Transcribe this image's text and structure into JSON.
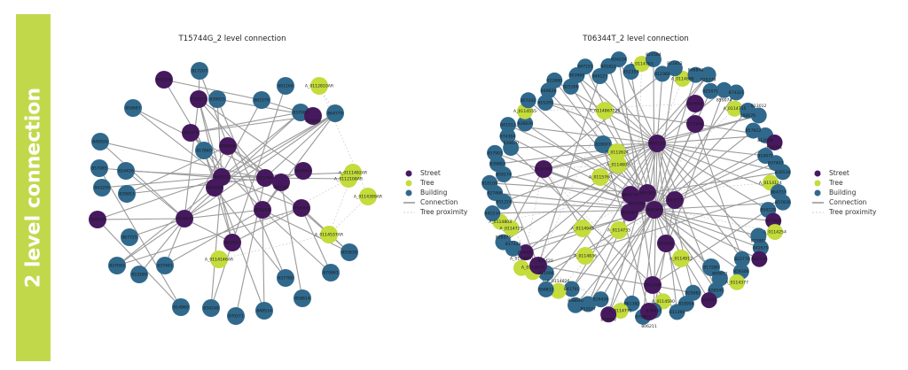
{
  "side_label": "2 level connection",
  "colors": {
    "street": "#46195f",
    "tree": "#c4dc3c",
    "building": "#30698c",
    "connection": "#9a9a9a",
    "proximity": "#cccccc",
    "banner": "#c2d84b"
  },
  "legend": {
    "street": "Street",
    "tree": "Tree",
    "building": "Building",
    "connection": "Connection",
    "proximity": "Tree proximity"
  },
  "graphs": [
    {
      "title": "T15744G_2 level connection",
      "nodes": [
        {
          "id": "817207",
          "t": "B"
        },
        {
          "id": "805106",
          "t": "S"
        },
        {
          "id": "T00373",
          "t": "S"
        },
        {
          "id": "839925",
          "t": "B"
        },
        {
          "id": "850687",
          "t": "B"
        },
        {
          "id": "861579",
          "t": "B"
        },
        {
          "id": "801166",
          "t": "B"
        },
        {
          "id": "A_0112810AR",
          "t": "T"
        },
        {
          "id": "837067",
          "t": "B"
        },
        {
          "id": "823260",
          "t": "S"
        },
        {
          "id": "864779",
          "t": "B"
        },
        {
          "id": "805375",
          "t": "S"
        },
        {
          "id": "848926",
          "t": "B"
        },
        {
          "id": "856096",
          "t": "S"
        },
        {
          "id": "817840",
          "t": "B"
        },
        {
          "id": "857085",
          "t": "B"
        },
        {
          "id": "824426",
          "t": "B"
        },
        {
          "id": "843209",
          "t": "B"
        },
        {
          "id": "839853",
          "t": "B"
        },
        {
          "id": "860512",
          "t": "S"
        },
        {
          "id": "802468",
          "t": "S"
        },
        {
          "id": "815744",
          "t": "S"
        },
        {
          "id": "860180",
          "t": "S"
        },
        {
          "id": "848960",
          "t": "S"
        },
        {
          "id": "A_0111482AR",
          "t": "T"
        },
        {
          "id": "A_0112108AR",
          "t": "T"
        },
        {
          "id": "A_0114399AR",
          "t": "T"
        },
        {
          "id": "780036",
          "t": "S"
        },
        {
          "id": "856609",
          "t": "S"
        },
        {
          "id": "826268",
          "t": "S"
        },
        {
          "id": "856966",
          "t": "S"
        },
        {
          "id": "867725",
          "t": "B"
        },
        {
          "id": "A_0114537AR",
          "t": "T"
        },
        {
          "id": "855639",
          "t": "B"
        },
        {
          "id": "860837",
          "t": "S"
        },
        {
          "id": "A_0114146AR",
          "t": "T"
        },
        {
          "id": "837093",
          "t": "B"
        },
        {
          "id": "837491",
          "t": "B"
        },
        {
          "id": "853289",
          "t": "B"
        },
        {
          "id": "870661",
          "t": "B"
        },
        {
          "id": "837780",
          "t": "B"
        },
        {
          "id": "858614",
          "t": "B"
        },
        {
          "id": "814860",
          "t": "B"
        },
        {
          "id": "834248",
          "t": "B"
        },
        {
          "id": "848514",
          "t": "B"
        },
        {
          "id": "870271",
          "t": "B"
        }
      ],
      "edges": [
        [
          1,
          5
        ],
        [
          1,
          19
        ],
        [
          0,
          2
        ],
        [
          0,
          13
        ],
        [
          2,
          19
        ],
        [
          2,
          21
        ],
        [
          2,
          34
        ],
        [
          2,
          28
        ],
        [
          2,
          23
        ],
        [
          3,
          19
        ],
        [
          3,
          29
        ],
        [
          3,
          9
        ],
        [
          4,
          22
        ],
        [
          4,
          19
        ],
        [
          5,
          20
        ],
        [
          5,
          9
        ],
        [
          6,
          34
        ],
        [
          8,
          11
        ],
        [
          8,
          19
        ],
        [
          8,
          28
        ],
        [
          10,
          19
        ],
        [
          10,
          21
        ],
        [
          10,
          29
        ],
        [
          10,
          28
        ],
        [
          10,
          20
        ],
        [
          11,
          9
        ],
        [
          11,
          14
        ],
        [
          11,
          29
        ],
        [
          12,
          22
        ],
        [
          12,
          28
        ],
        [
          13,
          22
        ],
        [
          13,
          21
        ],
        [
          13,
          28
        ],
        [
          13,
          40
        ],
        [
          14,
          34
        ],
        [
          14,
          44
        ],
        [
          15,
          22
        ],
        [
          15,
          42
        ],
        [
          16,
          21
        ],
        [
          16,
          28
        ],
        [
          17,
          19
        ],
        [
          18,
          13
        ],
        [
          18,
          21
        ],
        [
          19,
          24
        ],
        [
          19,
          30
        ],
        [
          19,
          43
        ],
        [
          20,
          36
        ],
        [
          20,
          40
        ],
        [
          21,
          25
        ],
        [
          21,
          45
        ],
        [
          21,
          33
        ],
        [
          22,
          41
        ],
        [
          22,
          29
        ],
        [
          23,
          28
        ],
        [
          27,
          28
        ],
        [
          27,
          42
        ],
        [
          27,
          19
        ],
        [
          28,
          31
        ],
        [
          28,
          37
        ],
        [
          28,
          38
        ],
        [
          28,
          36
        ],
        [
          28,
          29
        ],
        [
          28,
          34
        ],
        [
          29,
          33
        ],
        [
          29,
          39
        ],
        [
          29,
          44
        ],
        [
          29,
          37
        ],
        [
          30,
          33
        ],
        [
          30,
          39
        ],
        [
          30,
          34
        ],
        [
          36,
          30
        ],
        [
          34,
          43
        ]
      ],
      "proximity": [
        [
          7,
          26
        ],
        [
          26,
          32
        ],
        [
          32,
          35
        ],
        [
          25,
          34
        ],
        [
          24,
          32
        ],
        [
          7,
          10
        ]
      ]
    },
    {
      "title": "T06344T_2 level connection",
      "inner": [
        {
          "id": "806155",
          "t": "S"
        },
        {
          "id": "806548",
          "t": "S"
        },
        {
          "id": "860774",
          "t": "S"
        },
        {
          "id": "806389",
          "t": "S"
        },
        {
          "id": "803786",
          "t": "S"
        },
        {
          "id": "803777",
          "t": "S"
        },
        {
          "id": "816367",
          "t": "S"
        },
        {
          "id": "806349",
          "t": "S"
        },
        {
          "id": "805945",
          "t": "S"
        },
        {
          "id": "871268",
          "t": "S"
        },
        {
          "id": "864695",
          "t": "S"
        },
        {
          "id": "T17366",
          "t": "S"
        },
        {
          "id": "828007",
          "t": "B"
        },
        {
          "id": "A_0114867718",
          "t": "T"
        },
        {
          "id": "A_0112624",
          "t": "T"
        },
        {
          "id": "A_0114805",
          "t": "T"
        },
        {
          "id": "A_0115760",
          "t": "T"
        },
        {
          "id": "A_0114945",
          "t": "T"
        },
        {
          "id": "A_0114733",
          "t": "T"
        },
        {
          "id": "A_0114836",
          "t": "T"
        },
        {
          "id": "A_0114912",
          "t": "T"
        },
        {
          "id": "817280",
          "t": "B"
        },
        {
          "id": "806211",
          "t": "S"
        },
        {
          "id": "801420",
          "t": "S"
        }
      ],
      "ring": [
        {
          "id": "A_0114686",
          "t": "T"
        },
        {
          "id": "846848",
          "t": "B"
        },
        {
          "id": "825379",
          "t": "B"
        },
        {
          "id": "825071",
          "t": "B"
        },
        {
          "id": "859074",
          "t": "B"
        },
        {
          "id": "874321",
          "t": "B"
        },
        {
          "id": "A_0114715",
          "t": "T"
        },
        {
          "id": "802670",
          "t": "B"
        },
        {
          "id": "813012",
          "t": "B"
        },
        {
          "id": "857922",
          "t": "B"
        },
        {
          "id": "812004",
          "t": "B"
        },
        {
          "id": "819791",
          "t": "S"
        },
        {
          "id": "814971",
          "t": "B"
        },
        {
          "id": "837493",
          "t": "B"
        },
        {
          "id": "836534",
          "t": "B"
        },
        {
          "id": "A_0114124",
          "t": "T"
        },
        {
          "id": "864737",
          "t": "B"
        },
        {
          "id": "857836",
          "t": "B"
        },
        {
          "id": "854228",
          "t": "B"
        },
        {
          "id": "817466",
          "t": "S"
        },
        {
          "id": "A_0114254",
          "t": "T"
        },
        {
          "id": "815887",
          "t": "B"
        },
        {
          "id": "842679",
          "t": "B"
        },
        {
          "id": "862746",
          "t": "S"
        },
        {
          "id": "822770",
          "t": "B"
        },
        {
          "id": "858306",
          "t": "B"
        },
        {
          "id": "A_0114377",
          "t": "T"
        },
        {
          "id": "800071",
          "t": "B"
        },
        {
          "id": "828545",
          "t": "B"
        },
        {
          "id": "810853",
          "t": "S"
        },
        {
          "id": "829082",
          "t": "B"
        },
        {
          "id": "818956",
          "t": "B"
        },
        {
          "id": "811390",
          "t": "B"
        },
        {
          "id": "A_0114590",
          "t": "T"
        },
        {
          "id": "878657",
          "t": "B"
        },
        {
          "id": "879853",
          "t": "B"
        },
        {
          "id": "861382",
          "t": "B"
        },
        {
          "id": "A_0114772",
          "t": "T"
        },
        {
          "id": "859850",
          "t": "S"
        },
        {
          "id": "816436",
          "t": "B"
        },
        {
          "id": "853107",
          "t": "B"
        },
        {
          "id": "838640",
          "t": "B"
        },
        {
          "id": "841791",
          "t": "B"
        },
        {
          "id": "A_0114826",
          "t": "T"
        },
        {
          "id": "856812",
          "t": "B"
        },
        {
          "id": "811006",
          "t": "B"
        },
        {
          "id": "A_0114878",
          "t": "T"
        },
        {
          "id": "A_0114900",
          "t": "T"
        },
        {
          "id": "804491",
          "t": "S"
        },
        {
          "id": "817333",
          "t": "B"
        },
        {
          "id": "828575",
          "t": "B"
        },
        {
          "id": "A_0114725",
          "t": "T"
        },
        {
          "id": "A_0114803",
          "t": "T"
        },
        {
          "id": "841534",
          "t": "B"
        },
        {
          "id": "851224",
          "t": "B"
        },
        {
          "id": "827466",
          "t": "B"
        },
        {
          "id": "818109",
          "t": "B"
        },
        {
          "id": "859174",
          "t": "B"
        },
        {
          "id": "839883",
          "t": "B"
        },
        {
          "id": "857903",
          "t": "B"
        },
        {
          "id": "839870",
          "t": "B"
        },
        {
          "id": "874384",
          "t": "B"
        },
        {
          "id": "841513",
          "t": "B"
        },
        {
          "id": "826839",
          "t": "B"
        },
        {
          "id": "A_0114555",
          "t": "T"
        },
        {
          "id": "857032",
          "t": "B"
        },
        {
          "id": "855209",
          "t": "B"
        },
        {
          "id": "849628",
          "t": "B"
        },
        {
          "id": "822880",
          "t": "B"
        },
        {
          "id": "825306",
          "t": "B"
        },
        {
          "id": "803960",
          "t": "B"
        },
        {
          "id": "847151",
          "t": "B"
        },
        {
          "id": "849127",
          "t": "B"
        },
        {
          "id": "801822",
          "t": "B"
        },
        {
          "id": "854224",
          "t": "B"
        },
        {
          "id": "852354",
          "t": "B"
        },
        {
          "id": "A_0114763",
          "t": "T"
        },
        {
          "id": "821584",
          "t": "B"
        },
        {
          "id": "812360",
          "t": "B"
        },
        {
          "id": "821812",
          "t": "B"
        }
      ]
    }
  ]
}
